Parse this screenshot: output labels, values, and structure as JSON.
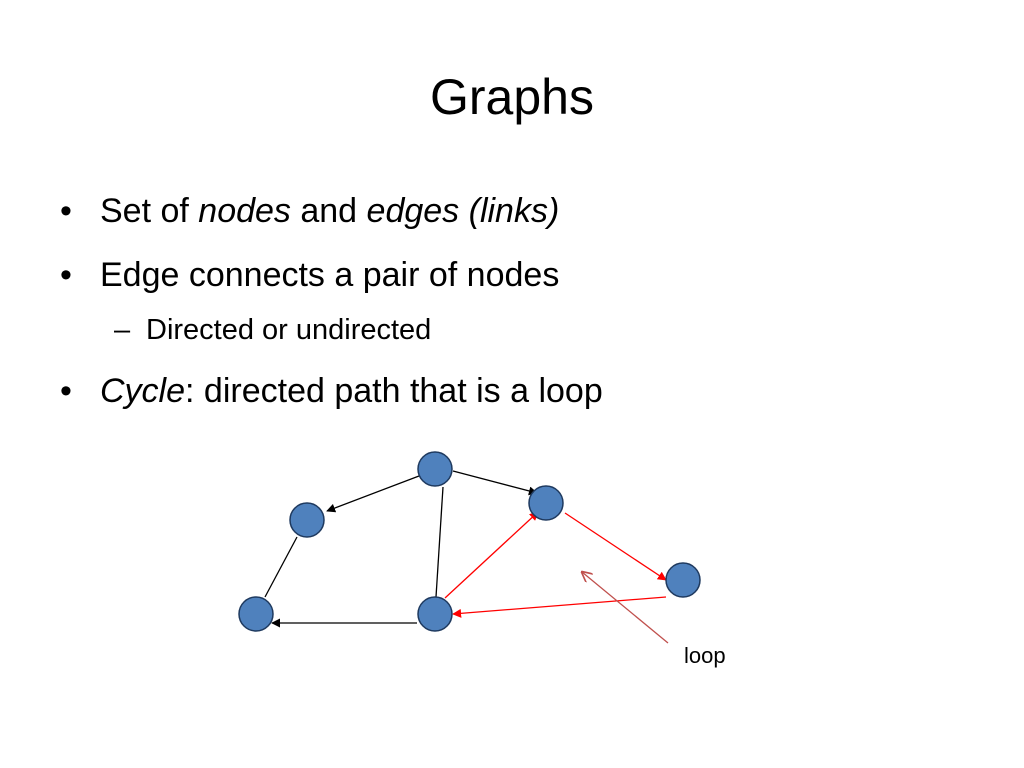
{
  "slide": {
    "title": "Graphs",
    "bullets": [
      {
        "marker": "•",
        "parts": [
          {
            "text": "Set of ",
            "italic": false
          },
          {
            "text": "nodes",
            "italic": true
          },
          {
            "text": " and ",
            "italic": false
          },
          {
            "text": "edges (links)",
            "italic": true
          }
        ]
      },
      {
        "marker": "•",
        "parts": [
          {
            "text": "Edge connects a pair of nodes",
            "italic": false
          }
        ]
      },
      {
        "marker": "–",
        "parts": [
          {
            "text": "Directed or undirected",
            "italic": false
          }
        ]
      },
      {
        "marker": "•",
        "parts": [
          {
            "text": "Cycle",
            "italic": true
          },
          {
            "text": ": directed path that is a loop",
            "italic": false
          }
        ]
      }
    ]
  },
  "diagram": {
    "loop_label": "loop",
    "colors": {
      "node_fill": "#4f81bd",
      "node_stroke": "#1f3a5f",
      "edge_black": "#000000",
      "edge_red": "#ff0000",
      "pointer": "#c0504d"
    }
  }
}
